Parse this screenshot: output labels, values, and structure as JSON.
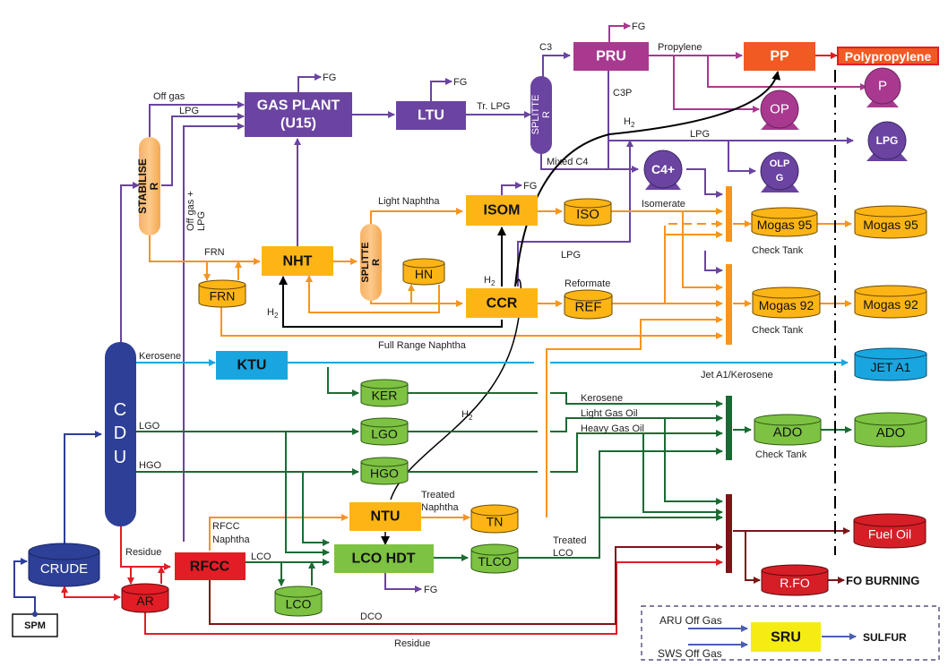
{
  "colors": {
    "purple": "#6a44a0",
    "magenta": "#a8398f",
    "orange": "#f7941d",
    "amber": "#fdb515",
    "blue": "#2d3f97",
    "cyan": "#19a6e0",
    "green": "#7dc242",
    "darkgreen": "#1a6b33",
    "red": "#e31d25",
    "darkred": "#7d1416",
    "pp": "#f15a22",
    "sru": "#f5ec14",
    "black": "#000000"
  },
  "units": {
    "gas_plant": "GAS PLANT",
    "gas_plant_sub": "(U15)",
    "ltu": "LTU",
    "pru": "PRU",
    "pp": "PP",
    "polypropylene": "Polypropylene",
    "isom": "ISOM",
    "nht": "NHT",
    "ccr": "CCR",
    "ktu": "KTU",
    "ntu": "NTU",
    "lco_hdt": "LCO HDT",
    "rfcc": "RFCC",
    "sru": "SRU",
    "cdu": [
      "C",
      "D",
      "U"
    ],
    "stabiliser": [
      "STABILISE",
      "R"
    ],
    "splitter1": [
      "SPLITTE",
      "R"
    ],
    "splitter2": [
      "SPLITTE",
      "R"
    ]
  },
  "tanks": {
    "iso": "ISO",
    "hn": "HN",
    "frn": "FRN",
    "ref": "REF",
    "mogas95_check": "Mogas 95",
    "mogas92_check": "Mogas 92",
    "mogas95": "Mogas 95",
    "mogas92": "Mogas 92",
    "jet_a1": "JET A1",
    "ker": "KER",
    "lgo": "LGO",
    "hgo": "HGO",
    "ado_check": "ADO",
    "ado": "ADO",
    "tn": "TN",
    "tlco": "TLCO",
    "lco": "LCO",
    "fuel_oil": "Fuel Oil",
    "rfo": "R.FO",
    "crude": "CRUDE",
    "ar": "AR"
  },
  "spheres": {
    "p": "P",
    "op": "OP",
    "lpg": "LPG",
    "olpg": [
      "OLP",
      "G"
    ],
    "c4plus": "C4+"
  },
  "streams": {
    "fg": "FG",
    "off_gas": "Off gas",
    "lpg": "LPG",
    "off_gas_lpg": [
      "Off gas +",
      "LPG"
    ],
    "tr_lpg": "Tr. LPG",
    "c3": "C3",
    "propylene": "Propylene",
    "c3p": "C3P",
    "h2": "H",
    "h2_sub": "2",
    "mixed_c4": "Mixed C4",
    "light_naphtha": "Light Naphtha",
    "isomerate": "Isomerate",
    "frn": "FRN",
    "reformate": "Reformate",
    "full_range_naphtha": "Full Range Naphtha",
    "kerosene": "Kerosene",
    "jet_a1_kerosene": "Jet A1/Kerosene",
    "lgo": "LGO",
    "hgo": "HGO",
    "light_gas_oil": "Light Gas Oil",
    "heavy_gas_oil": "Heavy Gas Oil",
    "treated_naphtha": [
      "Treated",
      "Naphtha"
    ],
    "rfcc_naphtha": [
      "RFCC",
      "Naphtha"
    ],
    "residue": "Residue",
    "lco": "LCO",
    "treated_lco": [
      "Treated",
      "LCO"
    ],
    "dco": "DCO",
    "check_tank": "Check Tank",
    "fo_burning": "FO BURNING",
    "spm": "SPM",
    "aru_off_gas": "ARU  Off Gas",
    "sws_off_gas": "SWS Off Gas",
    "sulfur": "SULFUR"
  }
}
